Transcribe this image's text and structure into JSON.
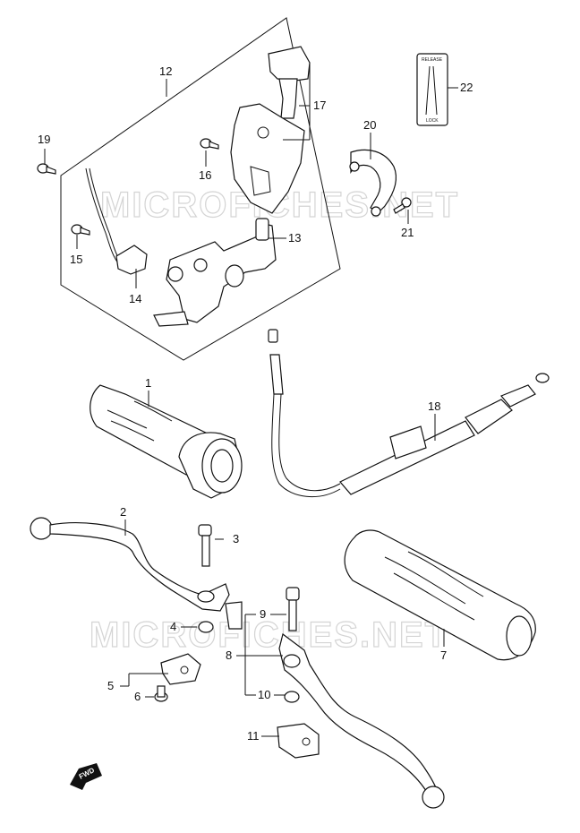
{
  "callouts": {
    "c1": "1",
    "c2": "2",
    "c3": "3",
    "c4": "4",
    "c5": "5",
    "c6": "6",
    "c7": "7",
    "c8": "8",
    "c9": "9",
    "c10": "10",
    "c11": "11",
    "c12": "12",
    "c13": "13",
    "c14": "14",
    "c15": "15",
    "c16": "16",
    "c17": "17",
    "c18": "18",
    "c19": "19",
    "c20": "20",
    "c21": "21",
    "c22": "22"
  },
  "part22_label": {
    "top": "RELEASE",
    "bottom": "LOCK"
  },
  "watermark": "MICROFICHES.NET",
  "fwd_badge": "FWD"
}
